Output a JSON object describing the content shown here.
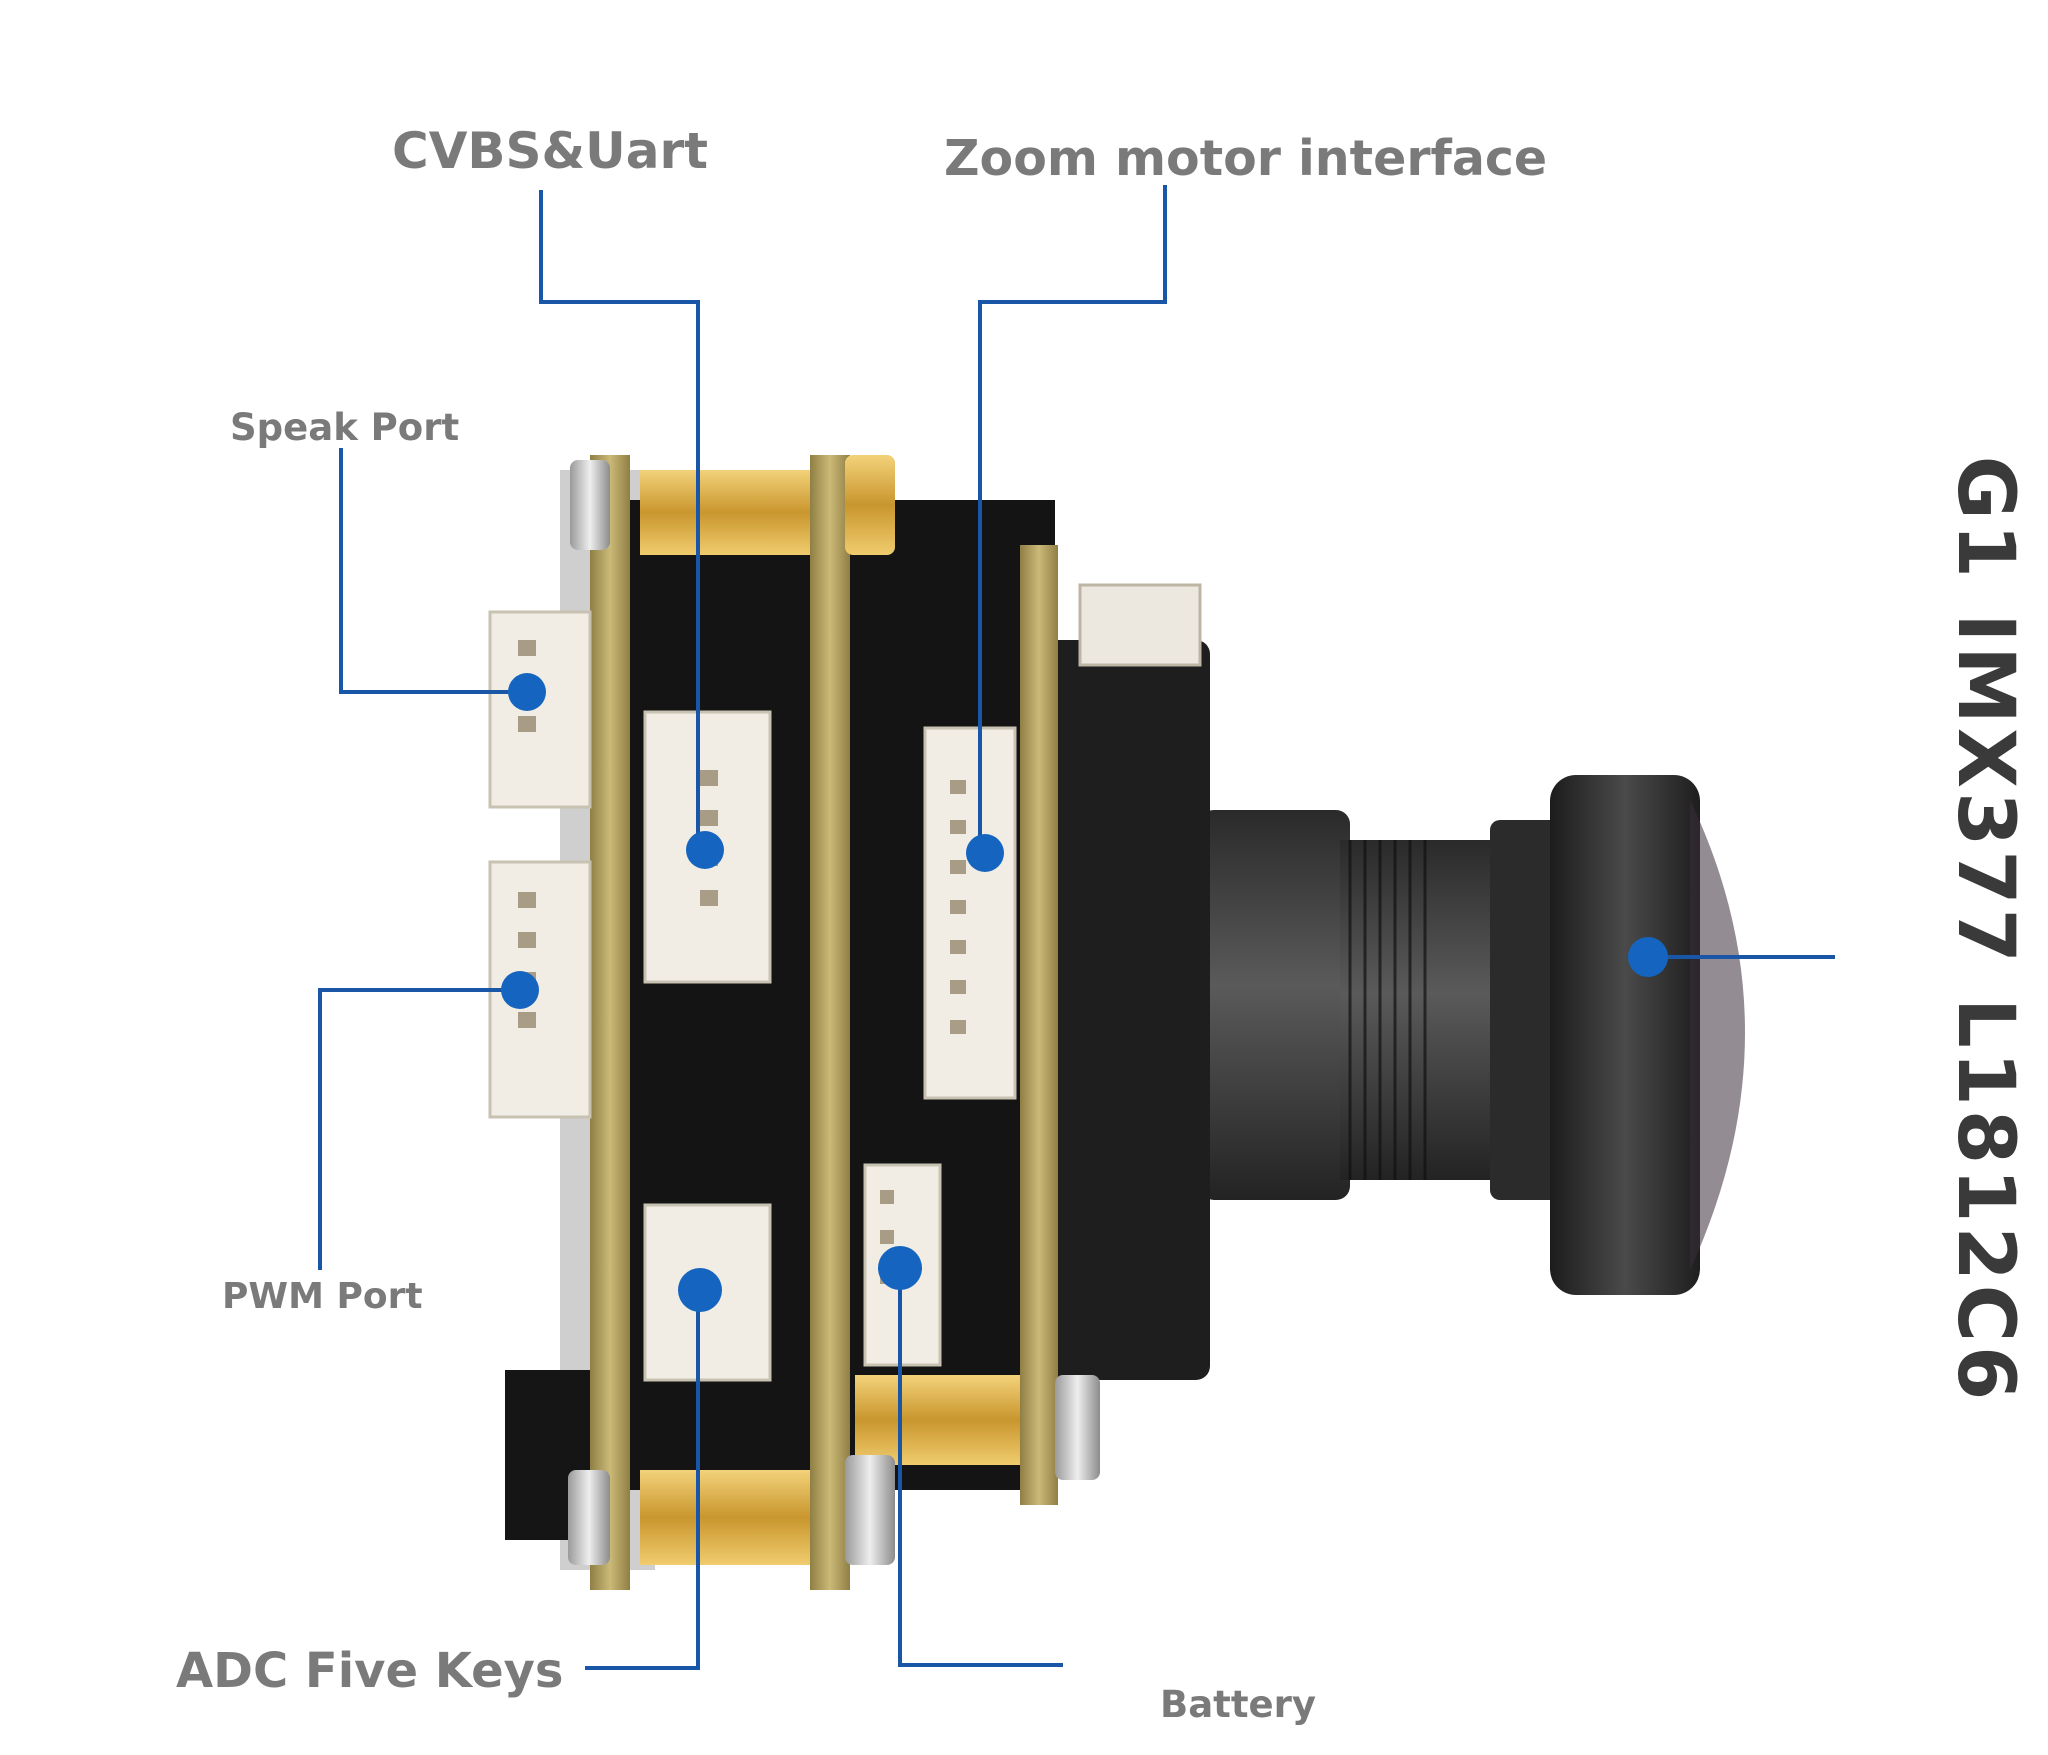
{
  "labels": {
    "cvbs_uart": "CVBS&Uart",
    "zoom_motor": "Zoom motor interface",
    "speak_port": "Speak Port",
    "pwm_port": "PWM Port",
    "adc_five_keys": "ADC Five Keys",
    "battery": "Battery"
  },
  "model_text": "G1 IMX377 L1812C6",
  "colors": {
    "callout_line": "#1a56a8",
    "callout_dot": "#1565c0",
    "label_text": "#7a7a7a",
    "model_text": "#3a3a3a",
    "pcb_edge": "#b9a76a",
    "brass": "#d4a83a",
    "connector": "#f0ece4",
    "lens_body": "#2a2a2a"
  }
}
